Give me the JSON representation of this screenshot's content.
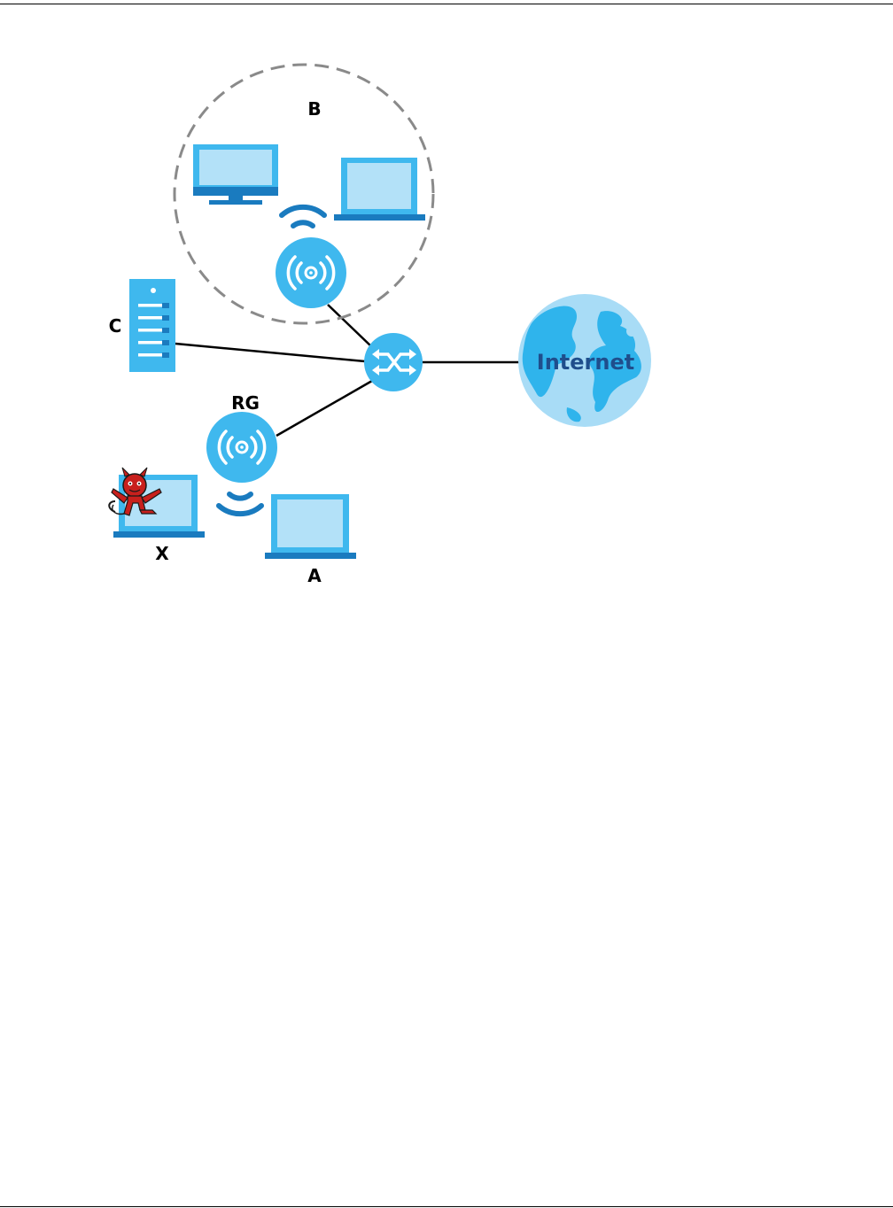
{
  "diagram": {
    "labels": {
      "b": "B",
      "c": "C",
      "rg": "RG",
      "x": "X",
      "a": "A",
      "internet": "Internet"
    },
    "icons": {
      "router": "switch-router-icon",
      "access_point": "wireless-access-point-icon",
      "server": "server-tower-icon",
      "desktop": "desktop-monitor-icon",
      "laptop": "laptop-icon",
      "globe": "globe-icon",
      "attacker": "devil-hacker-icon",
      "signal": "wifi-signal-icon"
    },
    "colors": {
      "device_fill": "#3fb8ee",
      "device_light": "#b3e1f8",
      "device_dark": "#1a7bbf",
      "globe_ocean": "#a8dcf6",
      "globe_land": "#2fb4ec",
      "link_line": "#000000",
      "dashed_circle": "#8a8a8a",
      "attacker": "#c8201d"
    }
  }
}
